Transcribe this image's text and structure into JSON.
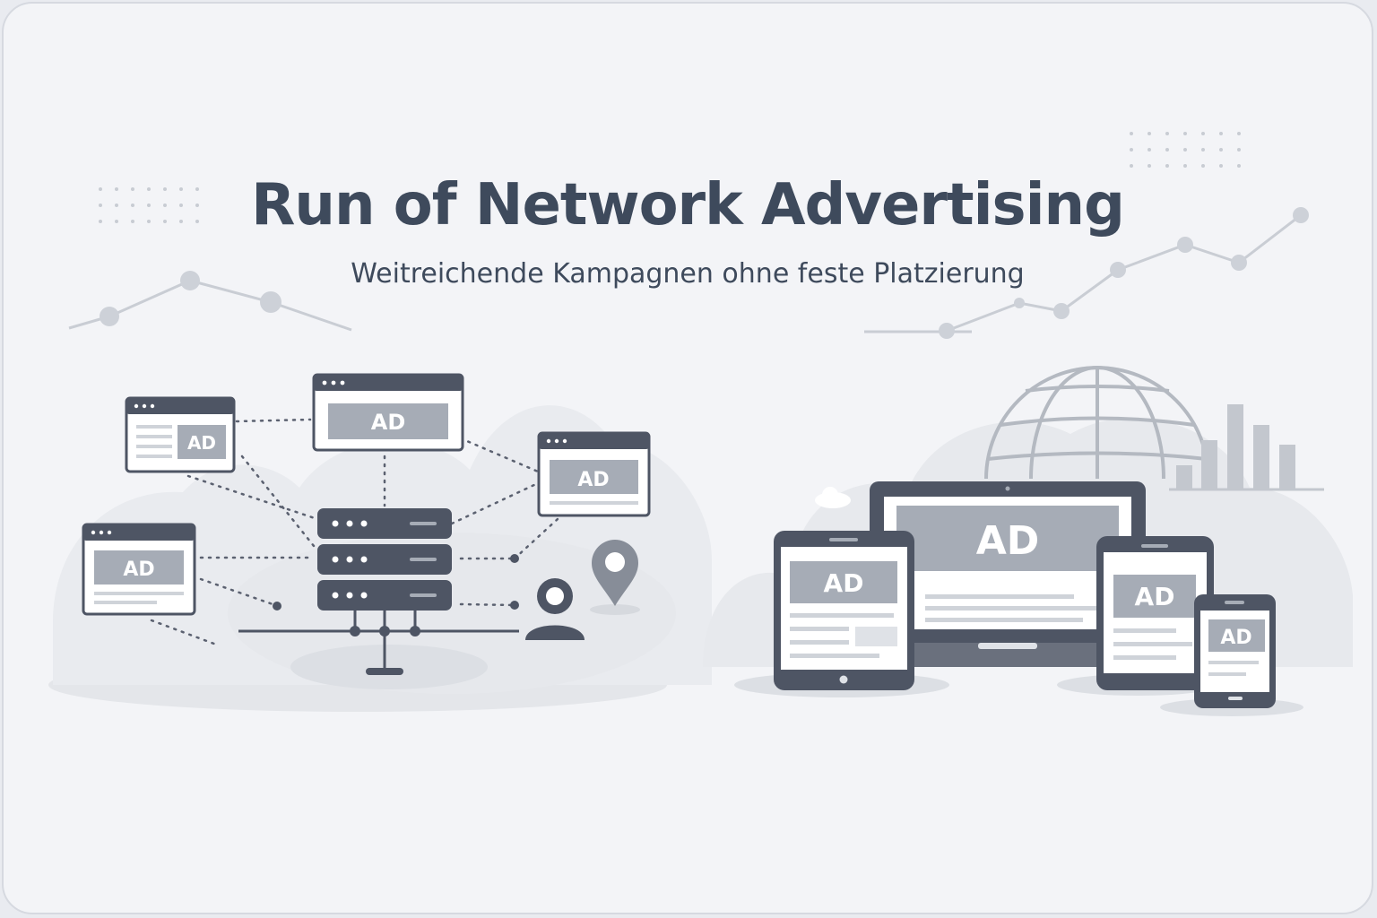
{
  "header": {
    "title": "Run of Network Advertising",
    "subtitle": "Weitreichende Kampagnen ohne feste Platzierung"
  },
  "ad_label": "AD",
  "colors": {
    "background": "#f3f4f7",
    "dark": "#4e5564",
    "mid": "#a6acb6",
    "light": "#dfe2e7",
    "text": "#3e4a5c"
  },
  "icons": [
    "server-icon",
    "user-icon",
    "map-pin-icon",
    "globe-icon",
    "bar-chart-icon",
    "cloud-icon",
    "laptop-icon",
    "tablet-icon",
    "phone-icon"
  ]
}
